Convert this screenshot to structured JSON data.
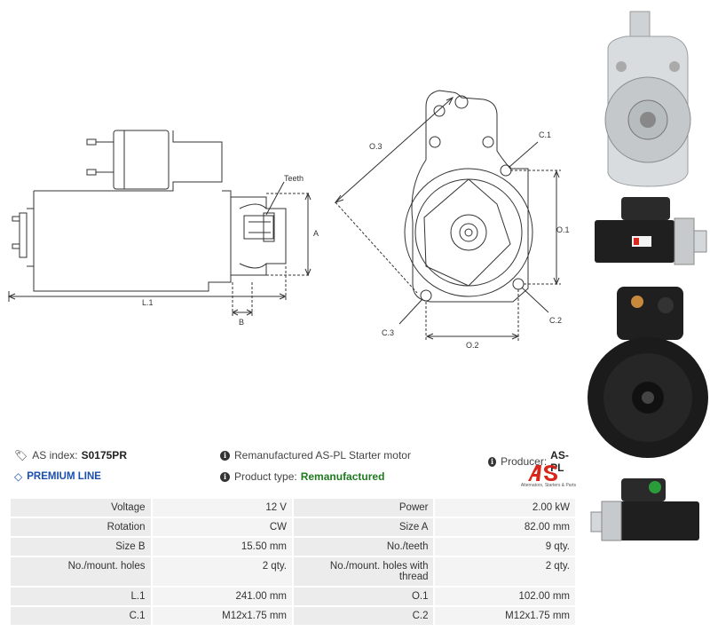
{
  "drawing": {
    "labels": {
      "teeth": "Teeth",
      "a": "A",
      "b": "B",
      "l1": "L.1",
      "o3": "O.3",
      "c1": "C.1",
      "o1": "O.1",
      "c2": "C.2",
      "c3": "C.3",
      "o2": "O.2"
    }
  },
  "info": {
    "as_index_label": "AS index:",
    "as_index_value": "S0175PR",
    "description": "Remanufactured AS-PL Starter motor",
    "producer_label": "Producer:",
    "producer_value": "AS-PL",
    "premium_line": "PREMIUM LINE",
    "product_type_label": "Product type:",
    "product_type_value": "Remanufactured"
  },
  "logo": {
    "mark": "AS",
    "tagline": "Alternators, Starters & Parts"
  },
  "specs": [
    {
      "k1": "Voltage",
      "v1": "12 V",
      "k2": "Power",
      "v2": "2.00 kW"
    },
    {
      "k1": "Rotation",
      "v1": "CW",
      "k2": "Size A",
      "v2": "82.00 mm"
    },
    {
      "k1": "Size B",
      "v1": "15.50 mm",
      "k2": "No./teeth",
      "v2": "9 qty."
    },
    {
      "k1": "No./mount. holes",
      "v1": "2 qty.",
      "k2": "No./mount. holes with thread",
      "v2": "2 qty."
    },
    {
      "k1": "L.1",
      "v1": "241.00 mm",
      "k2": "O.1",
      "v2": "102.00 mm"
    },
    {
      "k1": "C.1",
      "v1": "M12x1.75 mm",
      "k2": "C.2",
      "v2": "M12x1.75 mm"
    }
  ],
  "colors": {
    "premium": "#1a4fb0",
    "product_type": "#1f7a1f",
    "logo_red": "#d9261c"
  }
}
